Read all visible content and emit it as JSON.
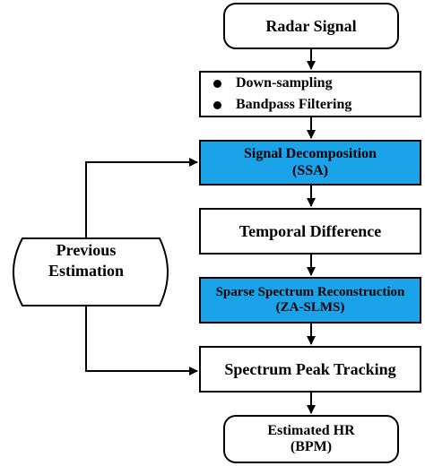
{
  "nodes": {
    "radar_signal": "Radar Signal",
    "preprocessing": [
      "Down-sampling",
      "Bandpass Filtering"
    ],
    "signal_decomposition": {
      "line1": "Signal Decomposition",
      "line2": "(SSA)"
    },
    "temporal_difference": "Temporal Difference",
    "sparse_reconstruction": {
      "line1": "Sparse Spectrum Reconstruction",
      "line2": "(ZA-SLMS)"
    },
    "peak_tracking": "Spectrum Peak Tracking",
    "estimated_hr": {
      "line1": "Estimated HR",
      "line2": "(BPM)"
    },
    "previous_estimation": {
      "line1": "Previous",
      "line2": "Estimation"
    }
  },
  "colors": {
    "highlight": "#1aa3e8",
    "stroke": "#000000",
    "fill": "#ffffff"
  }
}
